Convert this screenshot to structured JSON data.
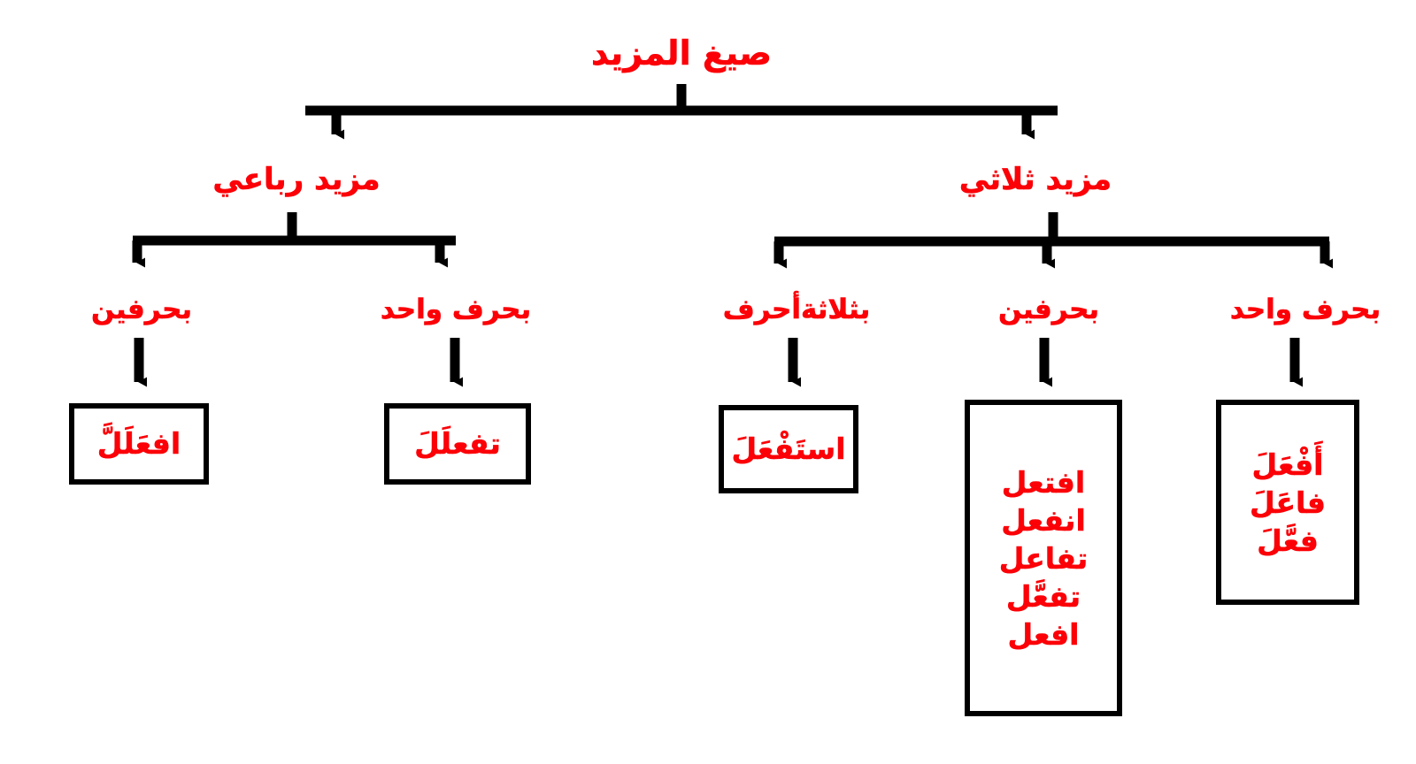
{
  "diagram": {
    "title": "صيغ المزيد",
    "type": "tree",
    "text_color": "#fb0007",
    "line_color": "#000000",
    "background": "#ffffff",
    "nodes": {
      "root": "صيغ المزيد",
      "level2": {
        "right": "مزيد ثلاثي",
        "left": "مزيد رباعي"
      },
      "level3": {
        "rubai_two_letters": "بحرفين",
        "rubai_one_letter": "بحرف واحد",
        "thulathi_three_letters": "بثلاثةأحرف",
        "thulathi_two_letters": "بحرفين",
        "thulathi_one_letter": "بحرف واحد"
      }
    },
    "boxes": [
      {
        "id": "box-ifallalla",
        "items": [
          "افعَلَلَّ"
        ]
      },
      {
        "id": "box-tafalala",
        "items": [
          "تفعلَلَ"
        ]
      },
      {
        "id": "box-istafala",
        "items": [
          "استَفْعَلَ"
        ]
      },
      {
        "id": "box-two-letters",
        "items": [
          "افتعل",
          "انفعل",
          "تفاعل",
          "تفعَّل",
          "افعل"
        ]
      },
      {
        "id": "box-one-letter",
        "items": [
          "أَفْعَلَ",
          "فاعَلَ",
          "فعَّلَ"
        ]
      }
    ]
  }
}
